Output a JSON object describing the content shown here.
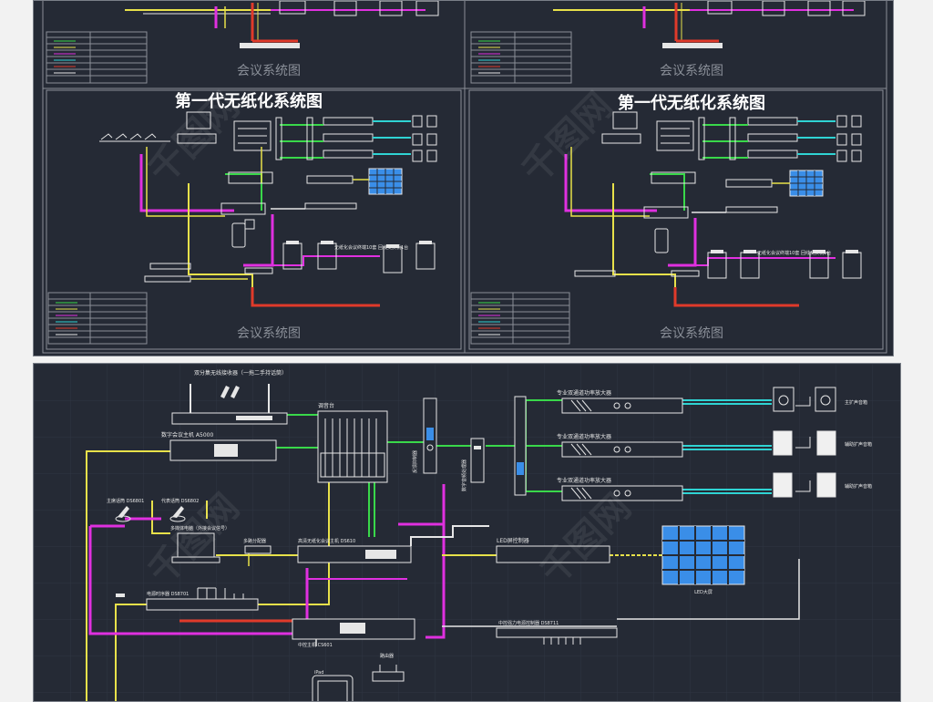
{
  "top_sheet": {
    "panels": [
      {
        "footer_title": "会议系统图"
      },
      {
        "footer_title": "会议系统图"
      },
      {
        "heading": "第一代无纸化系统图",
        "footer_title": "会议系统图",
        "switch_label": "无纸化会议终端10套 回线交换机1台"
      },
      {
        "heading": "第一代无纸化系统图",
        "footer_title": "会议系统图",
        "switch_label": "无纸化会议终端10套 回线交换机1台"
      }
    ]
  },
  "bottom_sheet": {
    "devices": {
      "wireless_receiver": "双分集无线接收器（一拖二手持话筒）",
      "host": "数字会议主机 A5000",
      "mixer": "调音台",
      "feedback": "反馈抑制器",
      "processor": "数字音频处理器",
      "amp_main": "专业双通道功率放大器",
      "amp_aux1": "专业双通道功率放大器",
      "amp_aux2": "专业双通道功率放大器",
      "speaker_main": "主扩声音箱",
      "speaker_aux1": "辅助扩声音箱",
      "speaker_aux2": "辅助扩声音箱",
      "chair_unit": "主席话筒 DS6801",
      "delegate_unit": "代表话筒 DS6802",
      "pc": "多媒体电脑（外接会议信号）",
      "distributor": "多路分配器",
      "wireless_paperless": "高清无纸化会议主机 DS610",
      "led_controller": "LED屏控制器",
      "led_wall": "LED大屏",
      "sequencer": "电源时序器 DS8701",
      "central_control": "中控主机 CS601",
      "relay_box": "中控强力电源控制器 DS8711",
      "router": "路由器",
      "pad": "iPad"
    }
  },
  "colors": {
    "sheet_bg": "#252a35",
    "yellow": "#e8e14a",
    "green": "#39d84a",
    "cyan": "#2fd3d3",
    "magenta": "#e030e0",
    "red": "#e03a2a",
    "white": "#e6e6e6",
    "blue": "#3a8ee8"
  }
}
